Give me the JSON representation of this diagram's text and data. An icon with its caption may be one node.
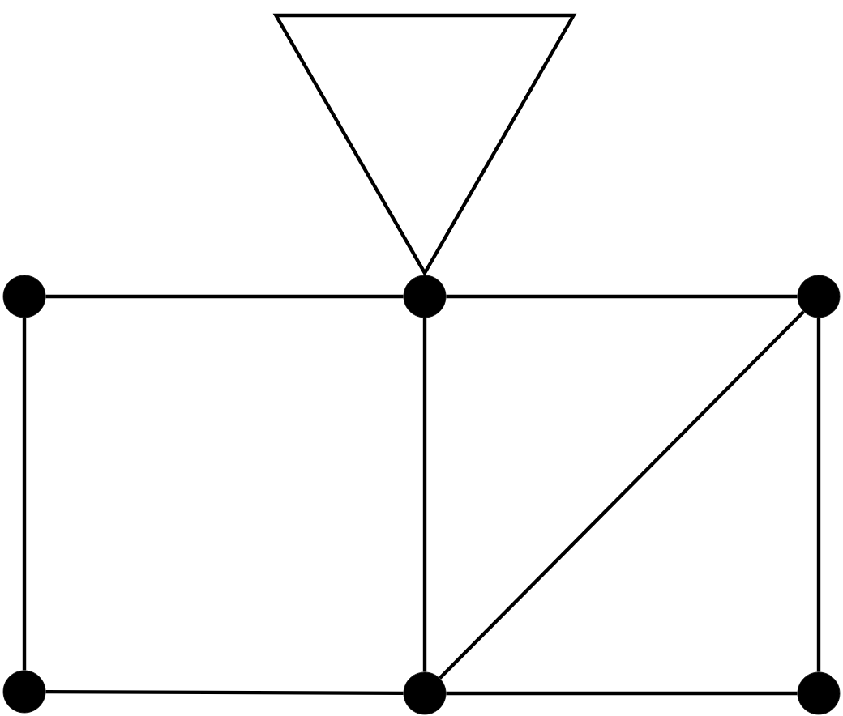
{
  "diagram": {
    "nodes": [
      {
        "text": [],
        "shape": "triangle"
      },
      {
        "text": [],
        "shape": "circle"
      },
      {
        "text": [],
        "shape": "circle"
      },
      {
        "text": [],
        "shape": "circle"
      },
      {
        "text": [],
        "shape": "circle"
      },
      {
        "text": [],
        "shape": "circle"
      },
      {
        "text": [],
        "shape": "circle"
      }
    ],
    "edges": [
      {
        "from": 1,
        "to": 2,
        "arrow": "none"
      },
      {
        "from": 2,
        "to": 3,
        "arrow": "none"
      },
      {
        "from": 1,
        "to": 4,
        "arrow": "none"
      },
      {
        "from": 2,
        "to": 5,
        "arrow": "none"
      },
      {
        "from": 3,
        "to": 6,
        "arrow": "none"
      },
      {
        "from": 4,
        "to": 5,
        "arrow": "none"
      },
      {
        "from": 5,
        "to": 6,
        "arrow": "none"
      },
      {
        "from": 5,
        "to": 3,
        "arrow": "none"
      }
    ]
  }
}
